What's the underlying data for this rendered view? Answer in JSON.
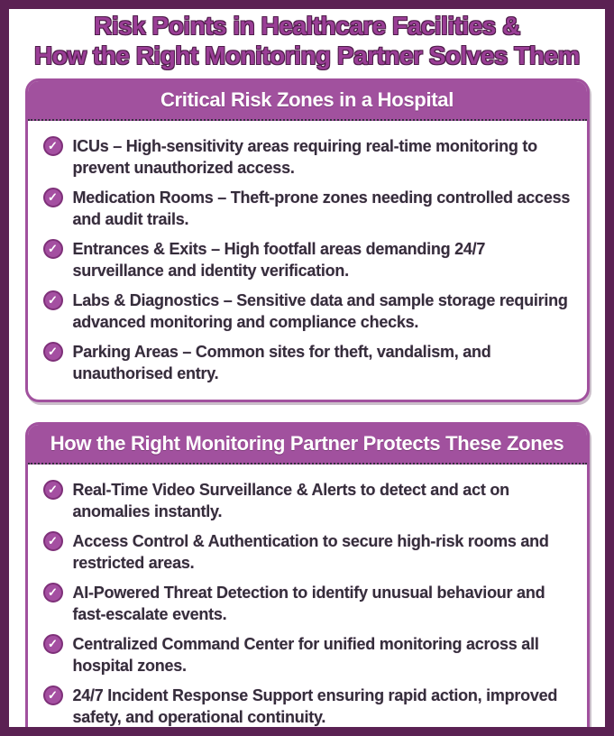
{
  "page": {
    "title_line1": "Risk Points in Healthcare Facilities &",
    "title_line2": "How the Right Monitoring Partner Solves Them"
  },
  "colors": {
    "frame_border": "#5b2153",
    "accent_purple": "#a1519e",
    "title_purple": "#9a3e96",
    "header_text": "#ffffff",
    "body_text": "#342e3a",
    "background": "#ffffff",
    "check_circle": "#a44fa1"
  },
  "icons": {
    "bullet": "check-circle",
    "check_glyph": "✓"
  },
  "cards": [
    {
      "header": "Critical Risk Zones in a Hospital",
      "items": [
        "ICUs – High-sensitivity areas requiring real-time monitoring to prevent unauthorized access.",
        "Medication Rooms – Theft-prone zones needing controlled access and audit trails.",
        "Entrances & Exits – High footfall areas demanding 24/7 surveillance and identity verification.",
        "Labs & Diagnostics – Sensitive data and sample storage requiring advanced monitoring and compliance checks.",
        "Parking Areas – Common sites for theft, vandalism, and unauthorised entry."
      ]
    },
    {
      "header": "How the Right Monitoring Partner Protects These Zones",
      "items": [
        "Real-Time Video Surveillance & Alerts to detect and act on anomalies instantly.",
        "Access Control & Authentication to secure high-risk rooms and restricted areas.",
        "AI-Powered Threat Detection to identify unusual behaviour and fast-escalate events.",
        "Centralized Command Center for unified monitoring across all hospital zones.",
        "24/7 Incident Response Support ensuring rapid action, improved safety, and operational continuity."
      ]
    }
  ]
}
